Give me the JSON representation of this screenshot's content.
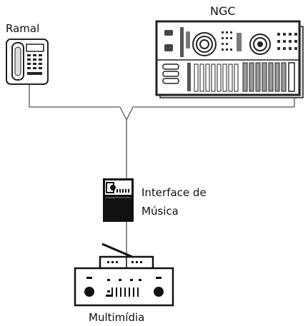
{
  "labels": {
    "ramal": "Ramal",
    "ngc": "NGC",
    "interface_line1": "Interface de",
    "interface_line2": "Música",
    "multimidia": "Multimídia"
  },
  "icons": {
    "phone": "telephone-icon",
    "server": "ngc-cabinet-icon",
    "interface": "music-interface-box-icon",
    "boombox": "boombox-icon"
  },
  "colors": {
    "line": "#555555",
    "ink": "#111111",
    "background": "#ffffff"
  }
}
